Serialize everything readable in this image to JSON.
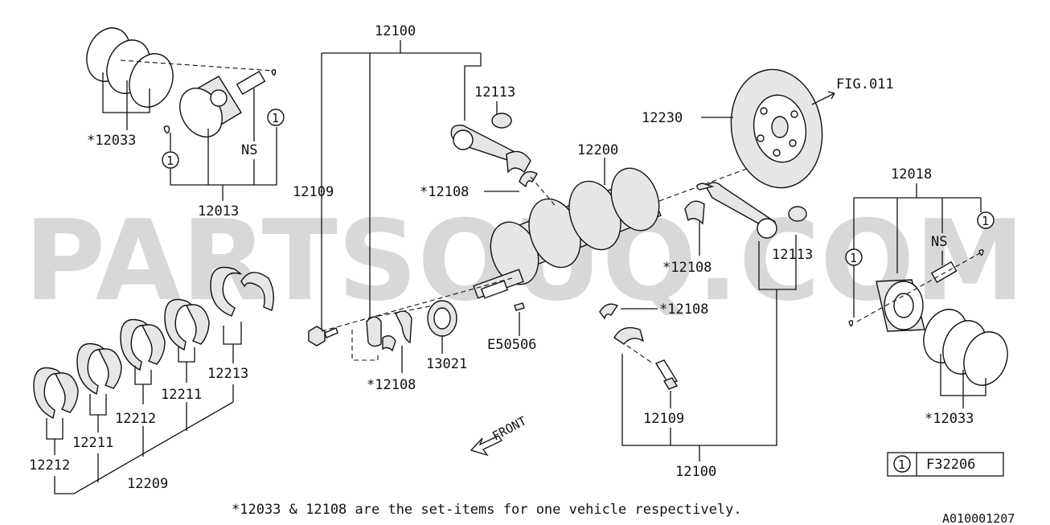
{
  "watermark": "PARTSOUQ.COM",
  "diagram_code": "A010001207",
  "footnote": "*12033 & 12108 are the set-items for one vehicle respectively.",
  "legend": {
    "circle_number": "1",
    "reference": "F32206"
  },
  "front_label": "FRONT",
  "fig_reference": "FIG.011",
  "callouts": {
    "c12100_top": "12100",
    "c12100_bottom": "12100",
    "c12113_top": "12113",
    "c12113_right": "12113",
    "c12230": "12230",
    "c12200": "12200",
    "c12018": "12018",
    "c12033_left": "*12033",
    "c12033_right": "*12033",
    "c12013": "12013",
    "c12109_left": "12109",
    "c12109_bottom": "12109",
    "c12108_a": "*12108",
    "c12108_b": "*12108",
    "c12108_c": "*12108",
    "c12108_d": "*12108",
    "c13021": "13021",
    "cE50506": "E50506",
    "c12213": "12213",
    "c12211_a": "12211",
    "c12211_b": "12211",
    "c12212_a": "12212",
    "c12212_b": "12212",
    "c12209": "12209",
    "ns_left": "NS",
    "ns_right": "NS",
    "circle1_a": "1",
    "circle1_b": "1",
    "circle1_c": "1",
    "circle1_d": "1"
  }
}
